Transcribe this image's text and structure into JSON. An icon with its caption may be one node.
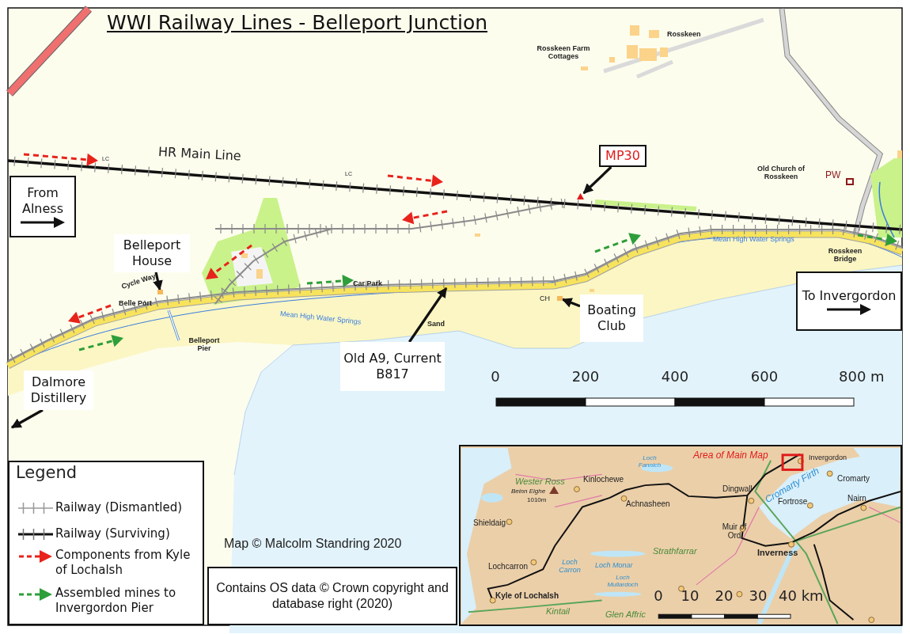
{
  "diagram": {
    "title": "WWI Railway Lines - Belleport Junction",
    "nodes": [
      {
        "text": [
          "From Alness"
        ]
      },
      {
        "text": [
          "MP30"
        ]
      },
      {
        "text": [],
        "shape": "triangle"
      },
      {
        "text": [
          "Belleport House"
        ]
      },
      {
        "text": [],
        "shape": "box"
      },
      {
        "text": [
          "Old A9, Current B817"
        ]
      },
      {
        "text": [
          "Boating Club"
        ]
      },
      {
        "text": [],
        "shape": "box"
      },
      {
        "text": [
          "Dalmore Distillery"
        ]
      },
      {
        "text": [
          "To Invergordon"
        ]
      },
      {
        "text": [
          "Contains OS data © Crown copyright and database right (2020)"
        ]
      }
    ],
    "edges": [
      {
        "from": 1,
        "to": 2,
        "arrow": "to"
      },
      {
        "from": 3,
        "to": 4,
        "arrow": "to"
      },
      {
        "from": 5,
        "to": null,
        "arrow": "to"
      },
      {
        "from": 6,
        "to": 7,
        "arrow": "to"
      },
      {
        "from": 8,
        "to": null,
        "arrow": "to"
      }
    ],
    "labels": [
      "HR Main Line",
      "LC",
      "LC",
      "Rosskeen",
      "Rosskeen Farm Cottages",
      "Old Church of Rosskeen",
      "PW",
      "Rosskeen Bridge",
      "Mean High Water Springs",
      "Cycle Way",
      "Belle Port",
      "Car Park",
      "Mean High Water Springs",
      "Sand",
      "Belleport Pier",
      "CH",
      "0",
      "200",
      "400",
      "600",
      "800 m",
      "Legend",
      "Map © Malcolm Standring 2020",
      "Area of Main Map",
      "Invergordon",
      "Wester Ross",
      "Kinlochewe",
      "Beinn Eighe",
      "1010m",
      "Loch Fannich",
      "Dingwall",
      "Cromarty",
      "Cromarty Firth",
      "Achnasheen",
      "Fortrose",
      "Nairn",
      "Shieldaig",
      "Muir of Ord",
      "Strathfarrar",
      "Inverness",
      "Lochcarron",
      "Loch Carron",
      "Loch Monar",
      "Loch Mullardoch",
      "Kyle of Lochalsh",
      "Kintail",
      "Glen Affric",
      "0",
      "10",
      "20",
      "30",
      "40 km"
    ],
    "legend": [
      {
        "text": "Railway (Dismantled)"
      },
      {
        "text": "Railway (Surviving)"
      },
      {
        "text": "Components from Kyle of Lochalsh"
      },
      {
        "text": "Assembled mines to Invergordon Pier"
      }
    ]
  }
}
